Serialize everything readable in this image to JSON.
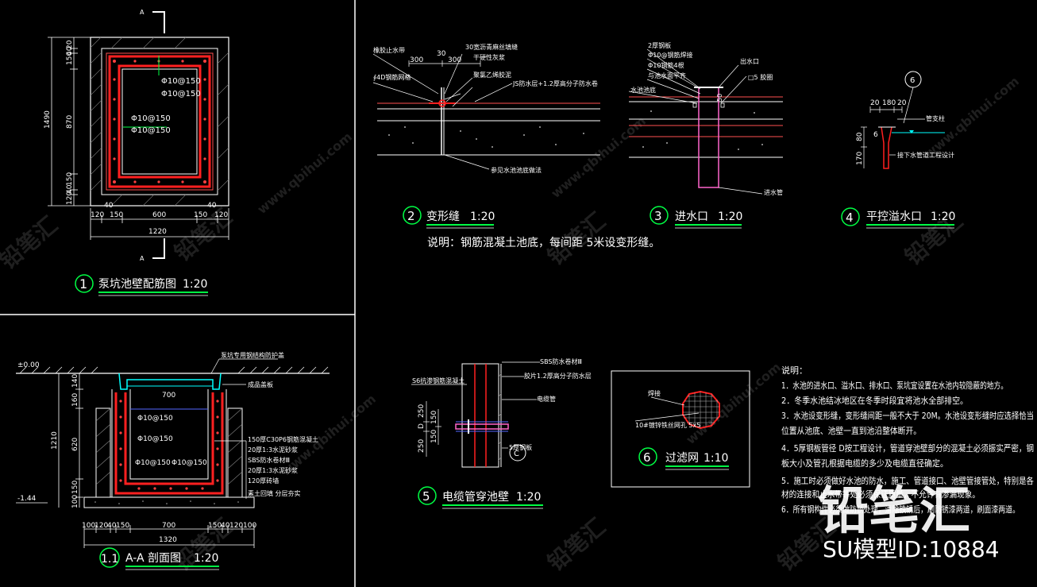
{
  "colors": {
    "bg": "#000000",
    "frame": "#ffffff",
    "wall": "#ffffff",
    "rebar": "#ff2020",
    "rebar_dot": "#ff4040",
    "dim": "#ffffff",
    "green": "#00ff44",
    "cyan": "#00ffff",
    "magenta": "#ff66cc",
    "yellow": "#ffff00",
    "note": "#ffffff"
  },
  "d1": {
    "num": "1",
    "title": "泵坑池壁配筋图",
    "scale": "1:20",
    "section": "A",
    "vdims": [
      "20",
      "150",
      "40",
      "870",
      "150",
      "40",
      "120"
    ],
    "vtotal": "1490",
    "hdims": [
      "120",
      "150",
      "600",
      "150",
      "120"
    ],
    "htop": [
      "40",
      "40"
    ],
    "htotal": "1220",
    "rebar": [
      "Φ10@150",
      "Φ10@150",
      "Φ10@150",
      "Φ10@150"
    ]
  },
  "d11": {
    "num": "1.1",
    "title": "A-A 剖面图",
    "scale": "1:20",
    "top_elev": "±0.00",
    "bot_elev": "-1.44",
    "vdims": [
      "140",
      "160",
      "620",
      "150",
      "100"
    ],
    "vtotal": "1210",
    "hdims": [
      "100",
      "120",
      "40",
      "150",
      "700",
      "150",
      "40",
      "120",
      "100"
    ],
    "htotal": "1320",
    "inner": "700",
    "rebar": [
      "Φ10@150",
      "Φ10@150",
      "Φ10@150",
      "Φ10@150"
    ],
    "labels": [
      "泵坑专用钢结构防护盖",
      "成品盖板",
      "150厚C30P6钢筋混凝土",
      "20厚1:3水泥砂浆",
      "SBS防水卷材Ⅲ",
      "20厚1:3水泥砂浆",
      "120厚砖墙",
      "素土回填 分层夯实"
    ]
  },
  "d2": {
    "num": "2",
    "title": "变形缝",
    "scale": "1:20",
    "dims": [
      "300",
      "300",
      "30"
    ],
    "labels": [
      "橡胶止水带",
      "30宽沥青麻丝填缝",
      "∮4D钢筋网格",
      "聚氯乙烯胶泥",
      "JS防水层+1.2厚高分子防水卷",
      "参见水池池底做法",
      "干硬性灰浆"
    ],
    "note": "说明：钢筋混凝土池底，每间距 5米设变形缝。"
  },
  "d3": {
    "num": "3",
    "title": "进水口",
    "scale": "1:20",
    "labels": [
      "2厚钢板",
      "Φ10@钢筋焊接",
      "Φ10钢筋4根",
      "与池水面平齐",
      "水池池底",
      "出水口",
      "□5 胶圈",
      "进水管"
    ],
    "dim": "50"
  },
  "d4": {
    "num": "4",
    "title": "平控溢水口",
    "scale": "1:20",
    "ref": "6",
    "dims": [
      "20",
      "180",
      "20"
    ],
    "vdims": [
      "170",
      "80",
      "6"
    ],
    "labels": [
      "管支柱",
      "接下水管道工程设计"
    ]
  },
  "d5": {
    "num": "5",
    "title": "电缆管穿池壁",
    "scale": "1:20",
    "ref": "C",
    "labels": [
      "S6抗渗钢筋混凝土",
      "SBS防水卷材Ⅲ",
      "胶片1.2厚高分子防水层",
      "电缆管",
      "5厚钢板"
    ],
    "vdims": [
      "250",
      "D",
      "250",
      "150",
      "150"
    ]
  },
  "d6": {
    "num": "6",
    "title": "过滤网",
    "scale": "1:10",
    "labels": [
      "焊接",
      "10#镀锌铁丝网孔 5x5"
    ]
  },
  "notes": {
    "head": "说明：",
    "lines": [
      "1．水池的进水口、溢水口、排水口、泵坑宜设置在水池内较隐蔽的地方。",
      "2．冬季水池结冰地区在冬季时段宜将池水全部排空。",
      "3．水池设变形缝，变形缝间距一般不大于  20M。水池设变形缝时应选择恰当",
      "位置从池底、池壁一直到池沿整体断开。",
      "4．5厚钢板管径 D按工程设计，管道穿池壁部分的混凝土必须振实严密，钢",
      "板大小及管孔根据电缆的多少及电缆直径确定。",
      "5．施工时必须做好水池的防水，施工、管道接口、池壁管接管处，特别是各",
      "材的连接和止水带等处必须保证质量，不允许有渗漏现象。",
      "6．所有钢构件必须做防锈处理，清除铁锈后，刷防锈漆两道，刷面漆两道。"
    ]
  },
  "watermark": {
    "brand": "铅笔汇",
    "id": "SU模型ID:10884",
    "site": "www.qbihui.com"
  }
}
